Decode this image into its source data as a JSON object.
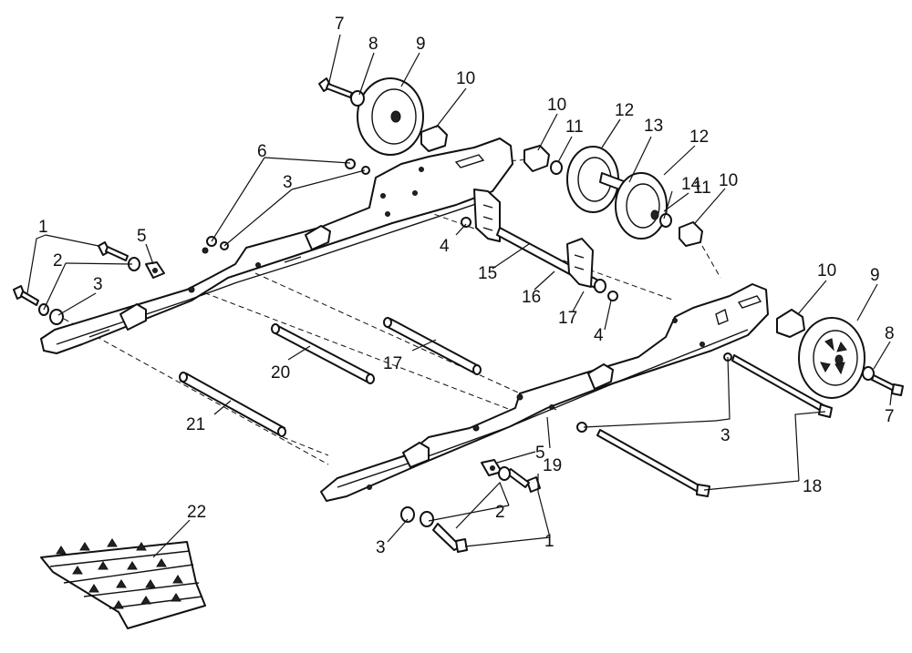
{
  "callouts": {
    "c1a": "1",
    "c1b": "1",
    "c2a": "2",
    "c2b": "2",
    "c3a": "3",
    "c3b": "3",
    "c3c": "3",
    "c3d": "3",
    "c4a": "4",
    "c4b": "4",
    "c5a": "5",
    "c5b": "5",
    "c6": "6",
    "c7a": "7",
    "c7b": "7",
    "c8a": "8",
    "c8b": "8",
    "c9a": "9",
    "c9b": "9",
    "c10a": "10",
    "c10b": "10",
    "c10c": "10",
    "c10d": "10",
    "c11a": "11",
    "c11b": "11",
    "c12a": "12",
    "c12b": "12",
    "c13": "13",
    "c14": "14",
    "c15": "15",
    "c16": "16",
    "c17a": "17",
    "c17b": "17",
    "c18": "18",
    "c19": "19",
    "c20": "20",
    "c21": "21",
    "c22": "22"
  }
}
